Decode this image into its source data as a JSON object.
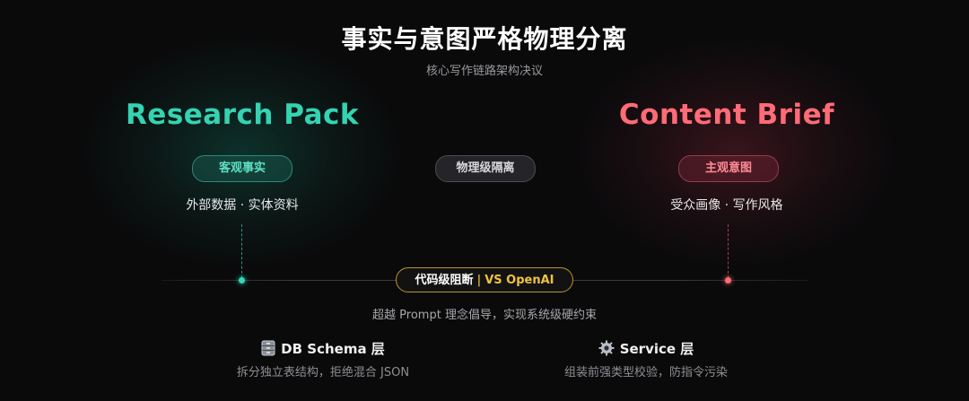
{
  "title": "事实与意图严格物理分离",
  "subtitle": "核心写作链路架构决议",
  "left": {
    "heading": "Research Pack",
    "pill": "客观事实",
    "desc": "外部数据 · 实体资料",
    "color": "#34d3b2"
  },
  "middle": {
    "pill": "物理级隔离"
  },
  "right": {
    "heading": "Content Brief",
    "pill": "主观意图",
    "desc": "受众画像 · 写作风格",
    "color": "#ff6b77"
  },
  "badge": {
    "part_a": "代码级阻断",
    "separator": "|",
    "part_b": "VS OpenAI"
  },
  "caption": "超越 Prompt 理念倡导，实现系统级硬约束",
  "layers": [
    {
      "icon": "file-cabinet-icon",
      "title": "DB Schema 层",
      "desc": "拆分独立表结构，拒绝混合 JSON"
    },
    {
      "icon": "gear-icon",
      "title": "Service 层",
      "desc": "组装前强类型校验，防指令污染"
    }
  ]
}
